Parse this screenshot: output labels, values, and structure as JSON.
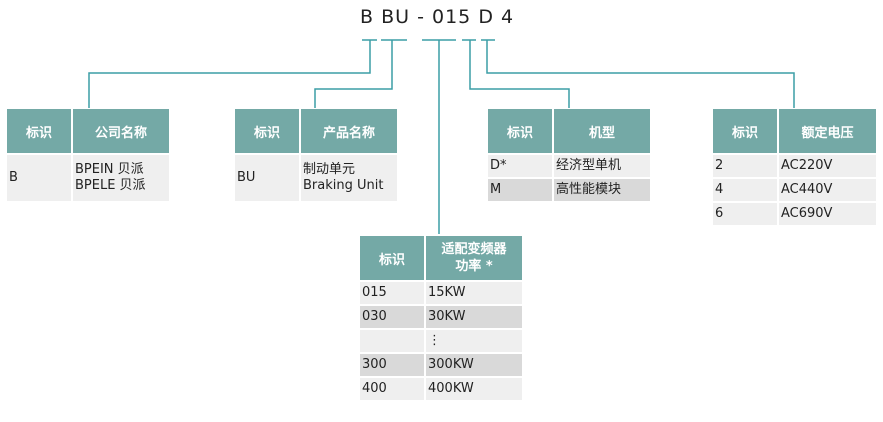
{
  "code": {
    "parts": [
      "B",
      "BU",
      "-",
      "015",
      "D",
      "4"
    ]
  },
  "tables": {
    "company": {
      "headers": [
        "标识",
        "公司名称"
      ],
      "rows": [
        [
          "B",
          "BPEIN 贝派\nBPELE 贝派"
        ]
      ]
    },
    "product": {
      "headers": [
        "标识",
        "产品名称"
      ],
      "rows": [
        [
          "BU",
          "制动单元\nBraking Unit"
        ]
      ]
    },
    "model": {
      "headers": [
        "标识",
        "机型"
      ],
      "rows": [
        [
          "D*",
          "经济型单机"
        ],
        [
          "M",
          "高性能模块"
        ]
      ]
    },
    "voltage": {
      "headers": [
        "标识",
        "额定电压"
      ],
      "rows": [
        [
          "2",
          "AC220V"
        ],
        [
          "4",
          "AC440V"
        ],
        [
          "6",
          "AC690V"
        ]
      ]
    },
    "power": {
      "headers": [
        "标识",
        "适配变频器\n功率 *"
      ],
      "rows": [
        [
          "015",
          "15KW"
        ],
        [
          "030",
          "30KW"
        ],
        [
          "",
          "⋮"
        ],
        [
          "300",
          "300KW"
        ],
        [
          "400",
          "400KW"
        ]
      ]
    }
  },
  "colors": {
    "header": "#74a9a6",
    "line": "#3b9ea6",
    "row_light": "#efefef",
    "row_dark": "#d9d9d9"
  }
}
